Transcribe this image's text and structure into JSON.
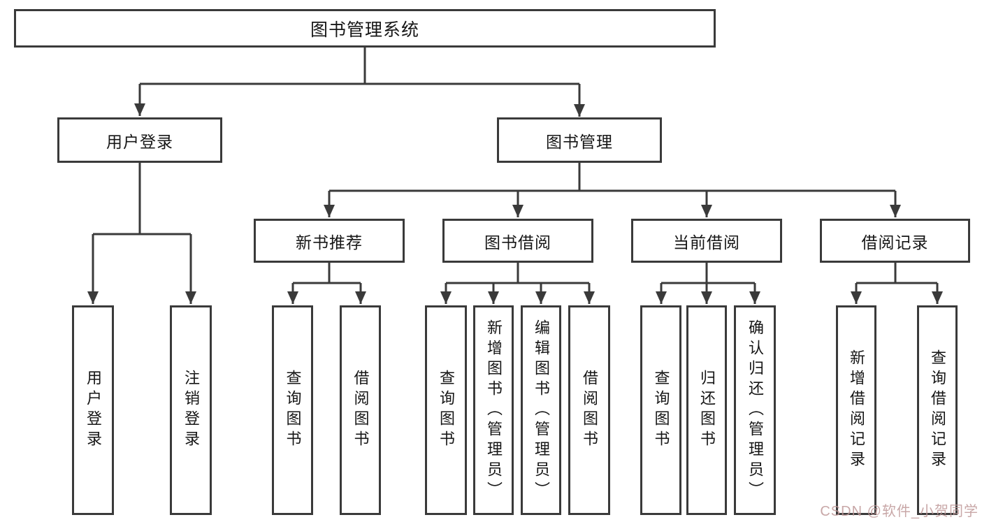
{
  "diagram": {
    "root": {
      "label": "图书管理系统"
    },
    "branches": [
      {
        "label": "用户登录",
        "children": [
          {
            "label": "用户登录"
          },
          {
            "label": "注销登录"
          }
        ]
      },
      {
        "label": "图书管理",
        "children": [
          {
            "label": "新书推荐",
            "children": [
              {
                "label": "查询图书"
              },
              {
                "label": "借阅图书"
              }
            ]
          },
          {
            "label": "图书借阅",
            "children": [
              {
                "label": "查询图书"
              },
              {
                "label": "新增图书（管理员）"
              },
              {
                "label": "编辑图书（管理员）"
              },
              {
                "label": "借阅图书"
              }
            ]
          },
          {
            "label": "当前借阅",
            "children": [
              {
                "label": "查询图书"
              },
              {
                "label": "归还图书"
              },
              {
                "label": "确认归还（管理员）"
              }
            ]
          },
          {
            "label": "借阅记录",
            "children": [
              {
                "label": "新增借阅记录"
              },
              {
                "label": "查询借阅记录"
              }
            ]
          }
        ]
      }
    ]
  },
  "watermark": {
    "text": "CSDN @软件_小贺同学"
  },
  "colors": {
    "line": "#3a3a3a",
    "box_background": "#ffffff",
    "text": "#161616",
    "watermark": "#be9898"
  }
}
